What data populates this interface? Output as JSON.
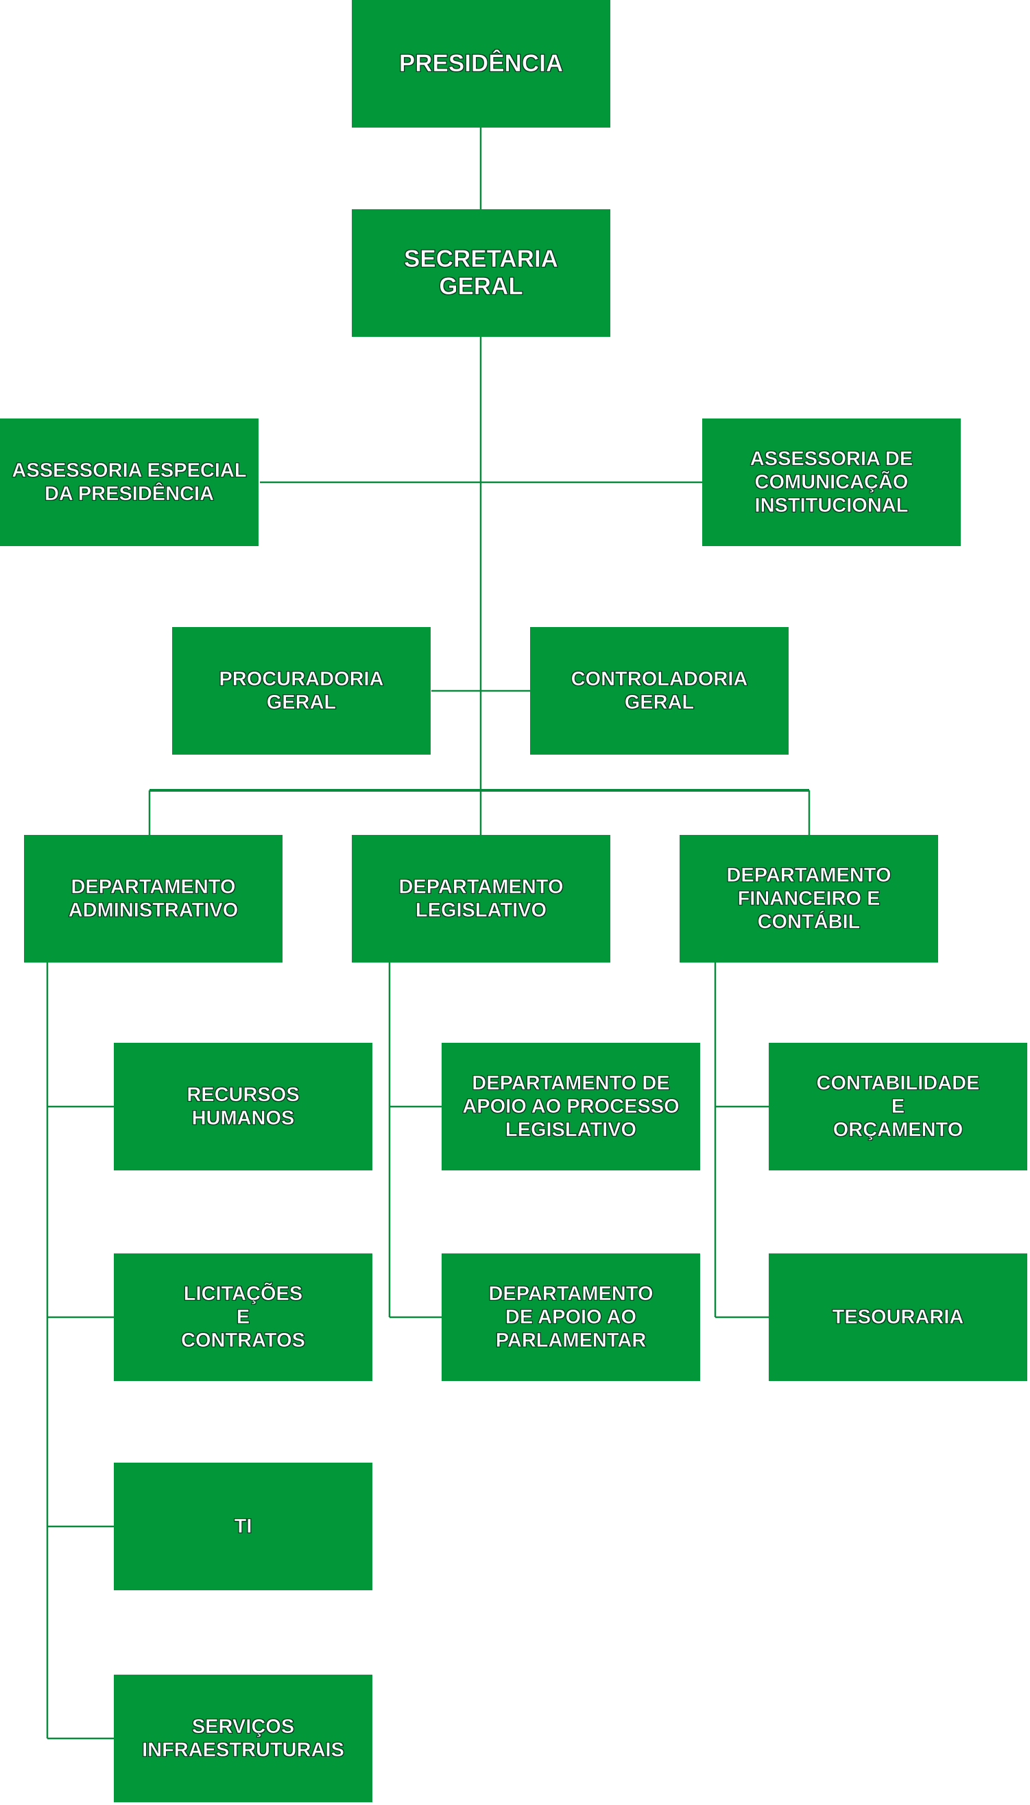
{
  "org_chart": {
    "presidencia": "PRESIDÊNCIA",
    "secretaria_geral": "SECRETARIA\nGERAL",
    "assessoria_especial": "ASSESSORIA ESPECIAL\nDA PRESIDÊNCIA",
    "assessoria_comunicacao": "ASSESSORIA DE\nCOMUNICAÇÃO\nINSTITUCIONAL",
    "procuradoria": "PROCURADORIA\nGERAL",
    "controladoria": "CONTROLADORIA\nGERAL",
    "dept_administrativo": "DEPARTAMENTO\nADMINISTRATIVO",
    "dept_legislativo": "DEPARTAMENTO\nLEGISLATIVO",
    "dept_financeiro": "DEPARTAMENTO\nFINANCEIRO E\nCONTÁBIL",
    "recursos_humanos": "RECURSOS\nHUMANOS",
    "licitacoes": "LICITAÇÕES\nE\nCONTRATOS",
    "ti": "TI",
    "servicos_infra": "SERVIÇOS\nINFRAESTRUTURAIS",
    "dept_apoio_processo": "DEPARTAMENTO DE\nAPOIO AO PROCESSO\nLEGISLATIVO",
    "dept_apoio_parlamentar": "DEPARTAMENTO\nDE APOIO AO\nPARLAMENTAR",
    "contabilidade": "CONTABILIDADE\nE\nORÇAMENTO",
    "tesouraria": "TESOURARIA"
  },
  "colors": {
    "box": "#02983a",
    "line": "#0a8a3e",
    "text": "#ffffff"
  }
}
